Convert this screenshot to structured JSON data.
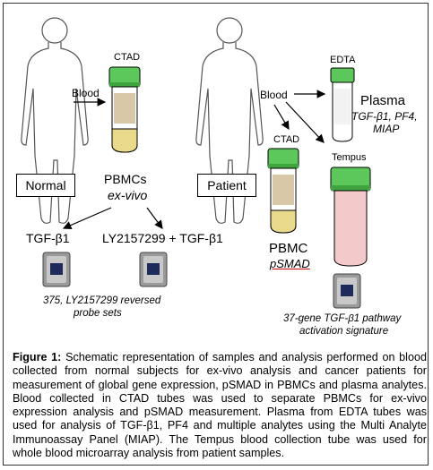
{
  "left": {
    "person_label": "Normal",
    "tube_label": "CTAD",
    "blood_label": "Blood",
    "pbmc_label": "PBMCs",
    "pbmc_sub": "ex-vivo",
    "treat1": "TGF-β1",
    "treat2": "LY2157299 + TGF-β1",
    "chip_caption_1": "375, LY2157299 reversed",
    "chip_caption_2": "probe sets"
  },
  "right": {
    "person_label": "Patient",
    "blood_label": "Blood",
    "edta_label": "EDTA",
    "plasma_label": "Plasma",
    "plasma_sub_1": "TGF-β1, PF4,",
    "plasma_sub_2": "MIAP",
    "ctad_label": "CTAD",
    "tempus_label": "Tempus",
    "pbmc_label": "PBMC",
    "pbmc_sub": "pSMAD",
    "sig_1": "37-gene TGF-β1 pathway",
    "sig_2": "activation signature"
  },
  "caption": {
    "label": "Figure 1:",
    "text": "Schematic representation of samples and analysis performed on blood collected from normal subjects for ex-vivo analysis and cancer patients for measurement of global gene expression, pSMAD in PBMCs and plasma analytes. Blood collected in CTAD tubes was used to separate PBMCs for ex-vivo expression analysis and pSMAD measurement.  Plasma from EDTA tubes was used for analysis of TGF-β1, PF4 and multiple analytes using the Multi Analyte Immunoassay Panel (MIAP). The Tempus blood collection tube was used for whole blood microarray analysis from patient samples."
  },
  "colors": {
    "cap_green": "#5cc85c",
    "tempus_fill": "#f3c9c9",
    "label_tan": "#d8c8a8",
    "serum_yellow": "#e9d98a",
    "outline": "#000000"
  }
}
